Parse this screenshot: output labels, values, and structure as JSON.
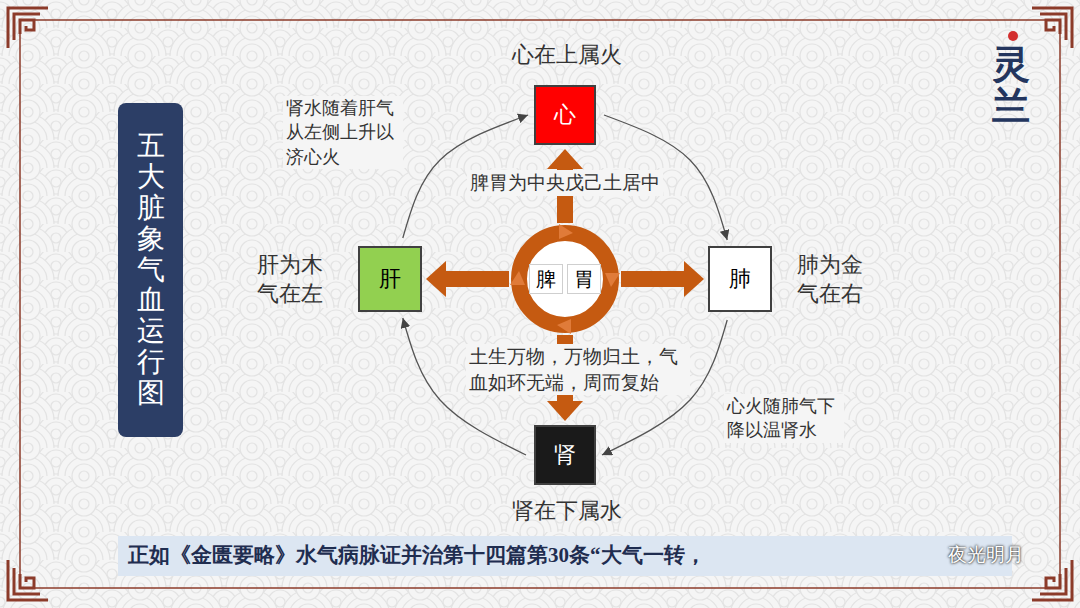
{
  "diagram": {
    "title": "五大脏象气血运行图",
    "caption": "正如《金匮要略》水气病脉证并治第十四篇第30条“大气一转，",
    "nodes": [
      {
        "text": [
          "心",
          "心在上属火"
        ]
      },
      {
        "text": [
          "肝",
          "肝为木 气在左"
        ]
      },
      {
        "text": [
          "脾",
          "胃"
        ]
      },
      {
        "text": [
          "肺",
          "肺为金 气在右"
        ]
      },
      {
        "text": [
          "肾",
          "肾在下属水"
        ]
      }
    ],
    "edges": [
      {
        "from": 2,
        "to": 0,
        "arrow": "to",
        "label": "脾胃为中央戊己土居中"
      },
      {
        "from": 2,
        "to": 1,
        "arrow": "to"
      },
      {
        "from": 2,
        "to": 3,
        "arrow": "to"
      },
      {
        "from": 2,
        "to": 4,
        "arrow": "to",
        "label": "土生万物，万物归土，气血如环无端，周而复始"
      },
      {
        "from": 1,
        "to": 0,
        "arrow": "to",
        "label": "肾水随着肝气从左侧上升以济心火"
      },
      {
        "from": 0,
        "to": 3,
        "arrow": "to"
      },
      {
        "from": 3,
        "to": 4,
        "arrow": "to",
        "label": "心火随肺气下降以温肾水"
      },
      {
        "from": 4,
        "to": 1,
        "arrow": "to"
      }
    ],
    "labels": [
      "灵兰",
      "夜光明月"
    ]
  }
}
